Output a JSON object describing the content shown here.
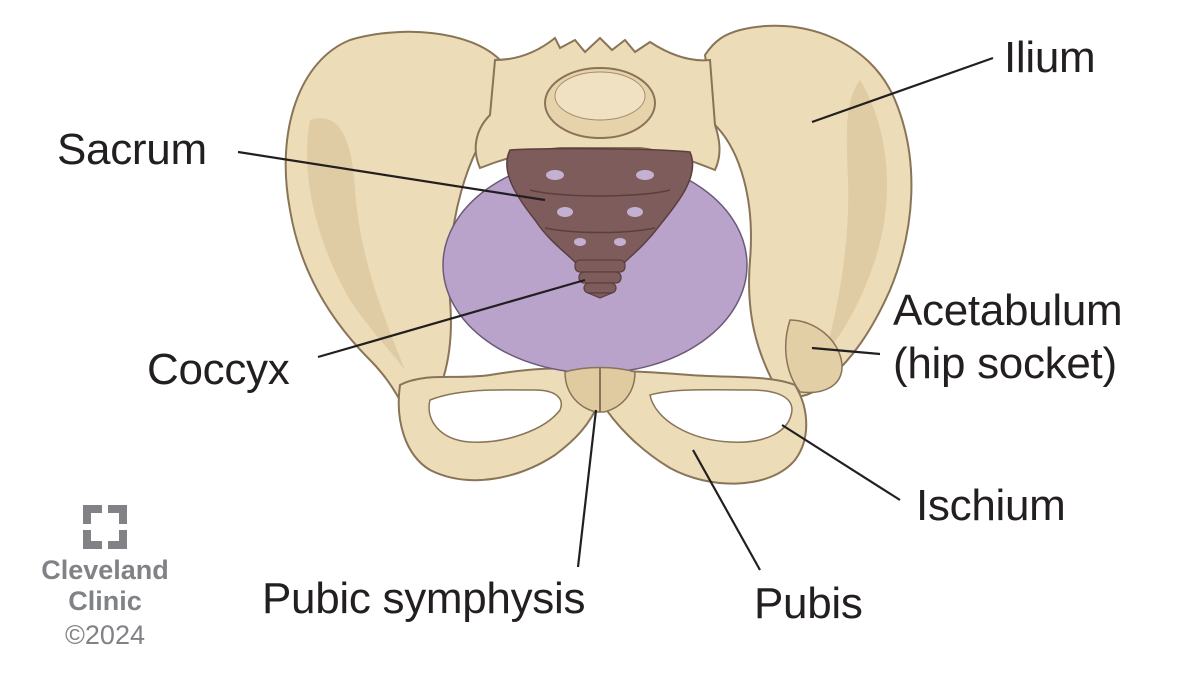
{
  "labels": {
    "sacrum": "Sacrum",
    "ilium": "Ilium",
    "coccyx": "Coccyx",
    "acetabulum_line1": "Acetabulum",
    "acetabulum_line2": "(hip socket)",
    "ischium": "Ischium",
    "pubic_symphysis": "Pubic symphysis",
    "pubis": "Pubis"
  },
  "logo": {
    "line1": "Cleveland",
    "line2": "Clinic",
    "copyright": "©2024",
    "icon": "cleveland-clinic-cross-icon"
  },
  "colors": {
    "bone": "#ecdcb7",
    "bone_shadow": "#d4be90",
    "bone_outline": "#8a7458",
    "pelvic_inlet": "#b9a3ca",
    "sacrum": "#7e5c5b",
    "sacrum_dark": "#6a4a4a",
    "leader_line": "#231f20",
    "logo_gray": "#808285"
  }
}
